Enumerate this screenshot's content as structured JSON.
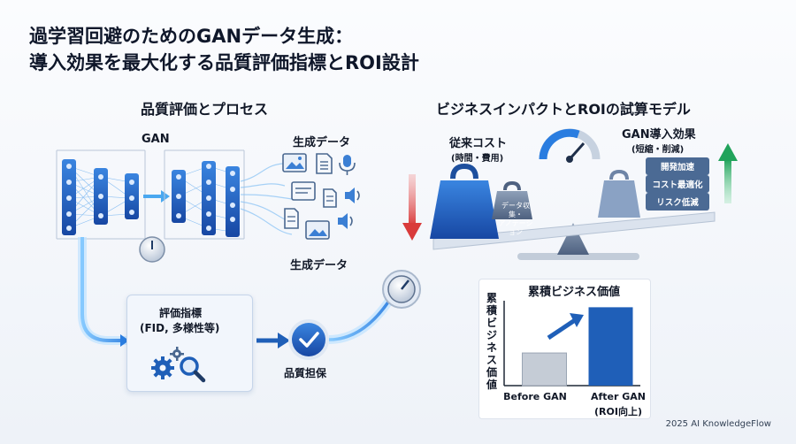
{
  "title": {
    "line1": "過学習回避のためのGANデータ生成：",
    "line2": "導入効果を最大化する品質評価指標とROI設計"
  },
  "left": {
    "section_title": "品質評価とプロセス",
    "gan_label": "GAN",
    "gen_data_top": "生成データ",
    "gen_data_bottom": "生成データ",
    "metrics_title_line1": "評価指標",
    "metrics_title_line2": "(FID, 多様性等)",
    "quality_label": "品質担保"
  },
  "right": {
    "section_title": "ビジネスインパクトとROIの試算モデル",
    "cost_title": "従来コスト",
    "cost_sub": "(時間・費用)",
    "data_weight_line1": "データ収集・",
    "data_weight_line2": "アノテーション",
    "effect_title": "GAN導入効果",
    "effect_sub": "(短縮・削減)",
    "pills": [
      "開発加速",
      "コスト最適化",
      "リスク低減"
    ]
  },
  "chart_data": {
    "type": "bar",
    "title": "累積ビジネス価値",
    "ylabel": "累積ビジネス価値",
    "categories": [
      "Before GAN",
      "After GAN\n(ROI向上)"
    ],
    "category_labels": [
      "Before GAN",
      "After GAN"
    ],
    "category_sub": [
      "",
      "(ROI向上)"
    ],
    "values": [
      1,
      2.4
    ],
    "colors": [
      "#c5ccd6",
      "#1f5fb8"
    ],
    "ylim": [
      0,
      2.6
    ],
    "grid": false
  },
  "footer": "2025 AI KnowledgeFlow",
  "colors": {
    "primary_blue": "#1f5fb8",
    "light_blue": "#4aa8f0",
    "red_arrow": "#e04848",
    "green_arrow": "#2fb36a"
  }
}
